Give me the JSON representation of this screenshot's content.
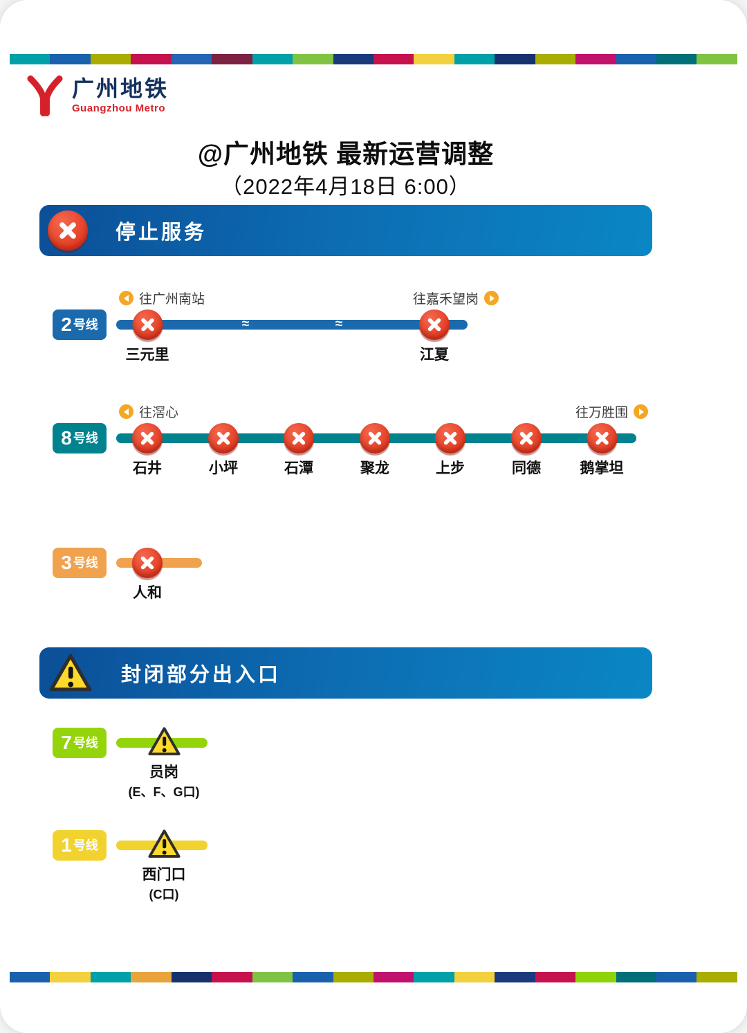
{
  "page": {
    "title": "@广州地铁 最新运营调整",
    "subtitle": "（2022年4月18日 6:00）"
  },
  "logo": {
    "name_cn": "广州地铁",
    "name_en": "Guangzhou Metro",
    "mark_color": "#d7212a"
  },
  "colors": {
    "banner_gradient_start": "#0b4f98",
    "banner_gradient_end": "#0a87c5",
    "stop_marker_red": "#e23b22",
    "warning_yellow": "#ffd92b",
    "direction_arrow_orange": "#f5a623"
  },
  "strip_top": [
    "#00a0a9",
    "#1961ac",
    "#a8ad00",
    "#c5114d",
    "#2566b4",
    "#7c2142",
    "#00a0a9",
    "#80c342",
    "#1a3a7e",
    "#c5114d",
    "#f3d03e",
    "#00a0a9",
    "#16326e",
    "#a8ad00",
    "#c0116d",
    "#1961ac",
    "#006f78",
    "#80c342"
  ],
  "strip_bottom": [
    "#1961ac",
    "#f3d03e",
    "#00a0a9",
    "#e8a33d",
    "#16326e",
    "#c5114d",
    "#80c342",
    "#1961ac",
    "#a8ad00",
    "#c0116d",
    "#00a0a9",
    "#f3d03e",
    "#1a3a7e",
    "#c5114d",
    "#8ed308",
    "#006f78",
    "#1961ac",
    "#a8ad00"
  ],
  "sections": [
    {
      "title": "停止服务",
      "icon": "stop-x-icon",
      "lines": [
        {
          "badge_num": "2",
          "badge_suffix": "号线",
          "color": "#1a6aad",
          "dir_left": "往广州南站",
          "dir_right": "往嘉禾望岗",
          "break_symbol": "≈",
          "stations": [
            {
              "name": "三元里"
            },
            {
              "name": "江夏"
            }
          ]
        },
        {
          "badge_num": "8",
          "badge_suffix": "号线",
          "color": "#00828f",
          "dir_left": "往滘心",
          "dir_right": "往万胜围",
          "stations": [
            {
              "name": "石井"
            },
            {
              "name": "小坪"
            },
            {
              "name": "石潭"
            },
            {
              "name": "聚龙"
            },
            {
              "name": "上步"
            },
            {
              "name": "同德"
            },
            {
              "name": "鹅掌坦"
            }
          ]
        },
        {
          "badge_num": "3",
          "badge_suffix": "号线",
          "color": "#f0a24f",
          "stations": [
            {
              "name": "人和"
            }
          ]
        }
      ]
    },
    {
      "title": "封闭部分出入口",
      "icon": "warning-triangle-icon",
      "lines": [
        {
          "badge_num": "7",
          "badge_suffix": "号线",
          "color": "#94d40b",
          "stations": [
            {
              "name": "员岗",
              "note": "(E、F、G口)"
            }
          ]
        },
        {
          "badge_num": "1",
          "badge_suffix": "号线",
          "color": "#f2d22e",
          "stations": [
            {
              "name": "西门口",
              "note": "(C口)"
            }
          ]
        }
      ]
    }
  ]
}
